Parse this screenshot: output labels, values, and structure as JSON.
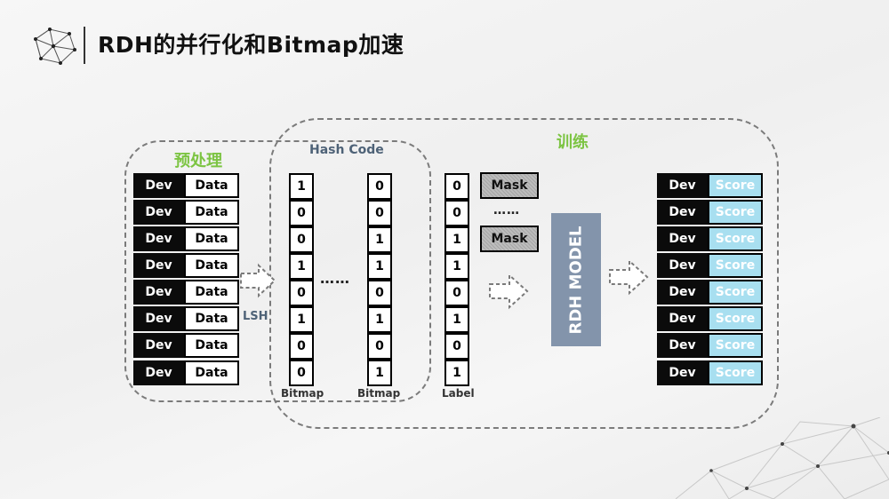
{
  "header": {
    "title": "RDH的并行化和Bitmap加速"
  },
  "labels": {
    "preprocess": "预处理",
    "train": "训练",
    "hash_code": "Hash Code",
    "lsh": "LSH",
    "bitmap_left": "Bitmap",
    "bitmap_right": "Bitmap",
    "label": "Label",
    "ellipsis_mid": "……",
    "ellipsis_mask": "……",
    "model": "RDH MODEL"
  },
  "left_table": {
    "rows": [
      {
        "dev": "Dev",
        "data": "Data"
      },
      {
        "dev": "Dev",
        "data": "Data"
      },
      {
        "dev": "Dev",
        "data": "Data"
      },
      {
        "dev": "Dev",
        "data": "Data"
      },
      {
        "dev": "Dev",
        "data": "Data"
      },
      {
        "dev": "Dev",
        "data": "Data"
      },
      {
        "dev": "Dev",
        "data": "Data"
      },
      {
        "dev": "Dev",
        "data": "Data"
      }
    ]
  },
  "bitmap1": [
    "1",
    "0",
    "0",
    "1",
    "0",
    "1",
    "0",
    "0"
  ],
  "bitmap2": [
    "0",
    "0",
    "1",
    "1",
    "0",
    "1",
    "0",
    "1"
  ],
  "label_col": [
    "0",
    "0",
    "1",
    "1",
    "0",
    "1",
    "0",
    "1"
  ],
  "masks": [
    "Mask",
    "Mask"
  ],
  "right_table": {
    "rows": [
      {
        "dev": "Dev",
        "score": "Score"
      },
      {
        "dev": "Dev",
        "score": "Score"
      },
      {
        "dev": "Dev",
        "score": "Score"
      },
      {
        "dev": "Dev",
        "score": "Score"
      },
      {
        "dev": "Dev",
        "score": "Score"
      },
      {
        "dev": "Dev",
        "score": "Score"
      },
      {
        "dev": "Dev",
        "score": "Score"
      },
      {
        "dev": "Dev",
        "score": "Score"
      }
    ]
  },
  "colors": {
    "accent_green": "#7cc442",
    "model_bg": "#8394ab",
    "score_bg": "#a8dff0"
  },
  "icons": [
    "polygon-network-logo-icon",
    "polygon-mesh-decoration-icon"
  ]
}
